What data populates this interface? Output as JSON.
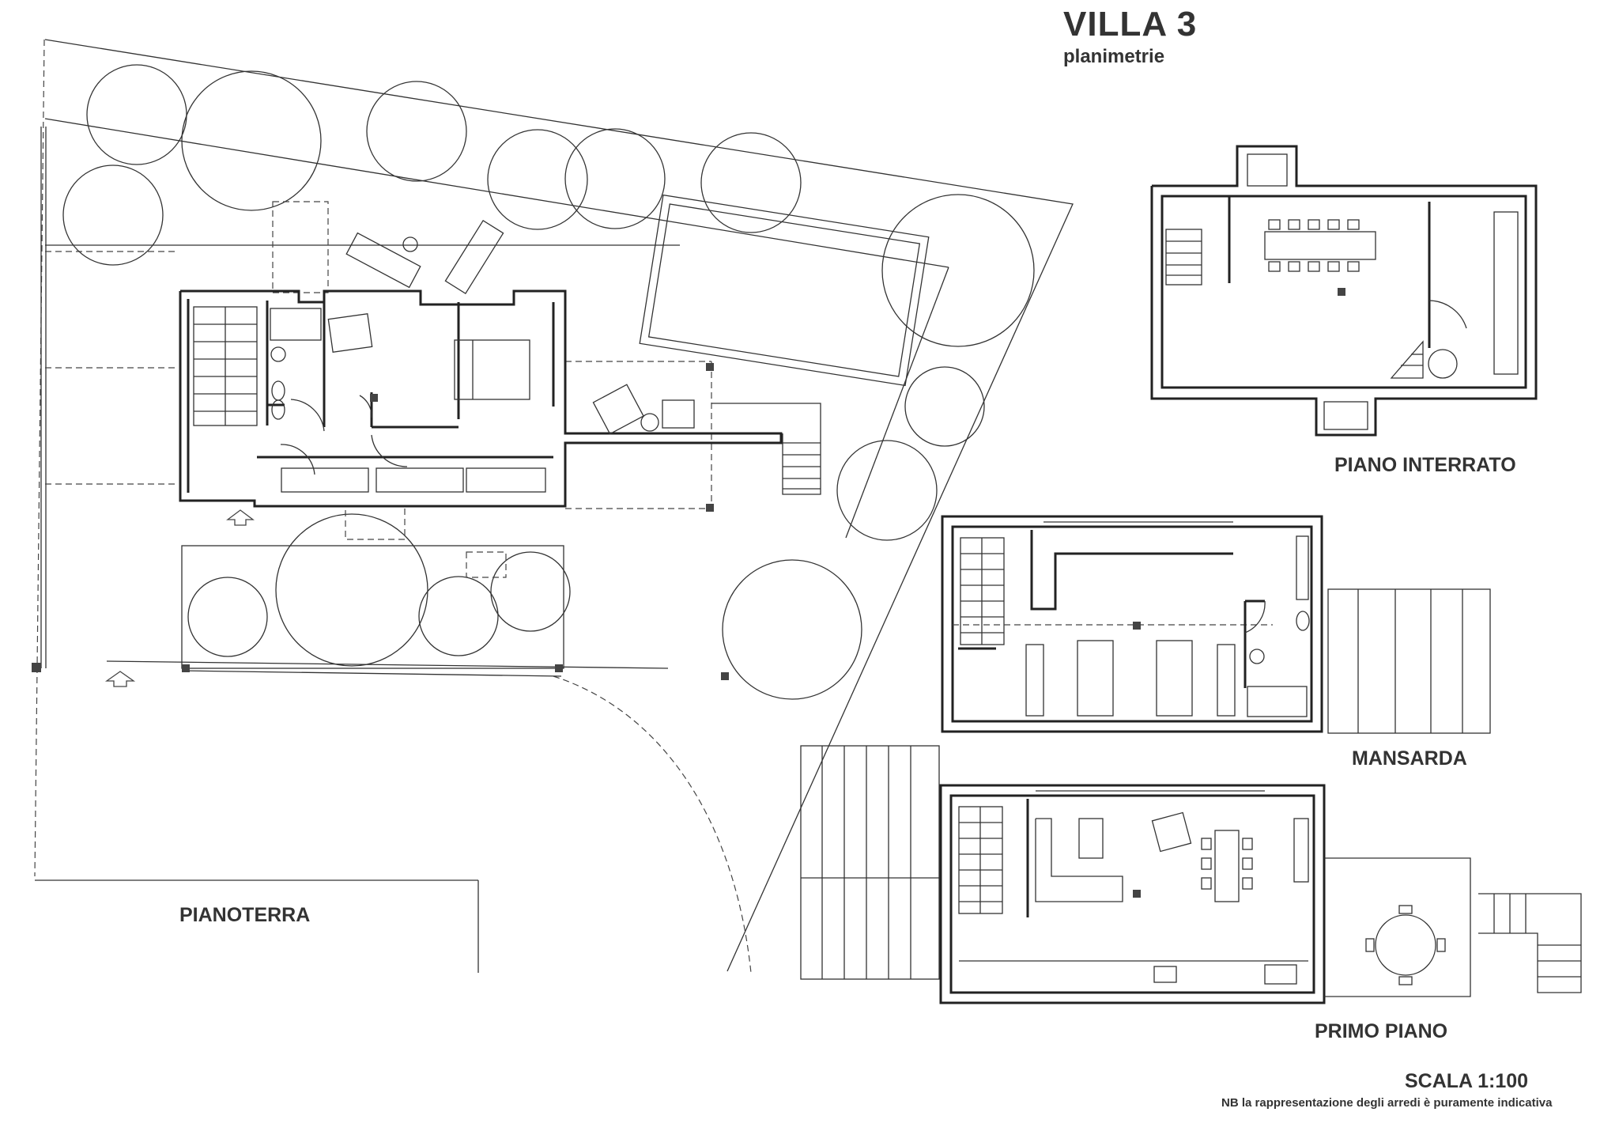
{
  "sheet": {
    "title": "VILLA 3",
    "subtitle": "planimetrie",
    "scale": "SCALA 1:100",
    "note": "NB la rappresentazione degli arredi  è puramente indicativa"
  },
  "floors": {
    "piano_interrato": "PIANO INTERRATO",
    "mansarda": "MANSARDA",
    "primo_piano": "PRIMO PIANO",
    "pianoterra": "PIANOTERRA"
  },
  "colors": {
    "ink": "#222222",
    "paper": "#ffffff"
  },
  "icons": [
    "tree-symbol",
    "entrance-arrow-icon",
    "stair-symbol",
    "door-swing-symbol",
    "column-symbol"
  ]
}
